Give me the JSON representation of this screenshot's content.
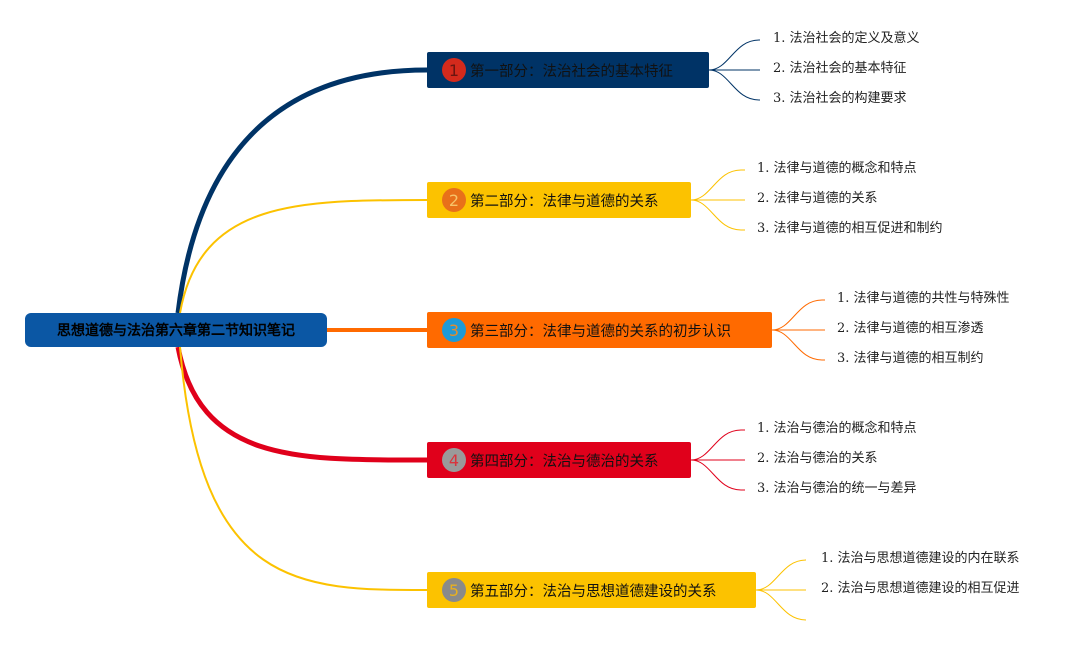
{
  "root": {
    "title": "思想道德与法治第六章第二节知识笔记",
    "color": "#0b57a4"
  },
  "sections": [
    {
      "number": "1",
      "label": "第一部分：法治社会的基本特征",
      "color": "#003366",
      "badge_color": "#d42a1c",
      "badge_text_color": "#6b1510",
      "items": [
        "1. 法治社会的定义及意义",
        "2. 法治社会的基本特征",
        "3. 法治社会的构建要求"
      ]
    },
    {
      "number": "2",
      "label": "第二部分：法律与道德的关系",
      "color": "#fcc200",
      "badge_color": "#e8701a",
      "badge_text_color": "#f6c36a",
      "items": [
        "1. 法律与道德的概念和特点",
        "2. 法律与道德的关系",
        "3. 法律与道德的相互促进和制约"
      ]
    },
    {
      "number": "3",
      "label": "第三部分：法律与道德的关系的初步认识",
      "color": "#ff6a00",
      "badge_color": "#1e9ad6",
      "badge_text_color": "#e88a2a",
      "items": [
        "1. 法律与道德的共性与特殊性",
        "2. 法律与道德的相互渗透",
        "3. 法律与道德的相互制约"
      ]
    },
    {
      "number": "4",
      "label": "第四部分：法治与德治的关系",
      "color": "#e0001b",
      "badge_color": "#9a9a9a",
      "badge_text_color": "#d8343d",
      "items": [
        "1. 法治与德治的概念和特点",
        "2. 法治与德治的关系",
        "3. 法治与德治的统一与差异"
      ]
    },
    {
      "number": "5",
      "label": "第五部分：法治与思想道德建设的关系",
      "color": "#fcc200",
      "badge_color": "#8a8a8a",
      "badge_text_color": "#e8b020",
      "items": [
        "1. 法治与思想道德建设的内在联系",
        "2. 法治与思想道德建设的相互促进",
        ""
      ]
    }
  ]
}
